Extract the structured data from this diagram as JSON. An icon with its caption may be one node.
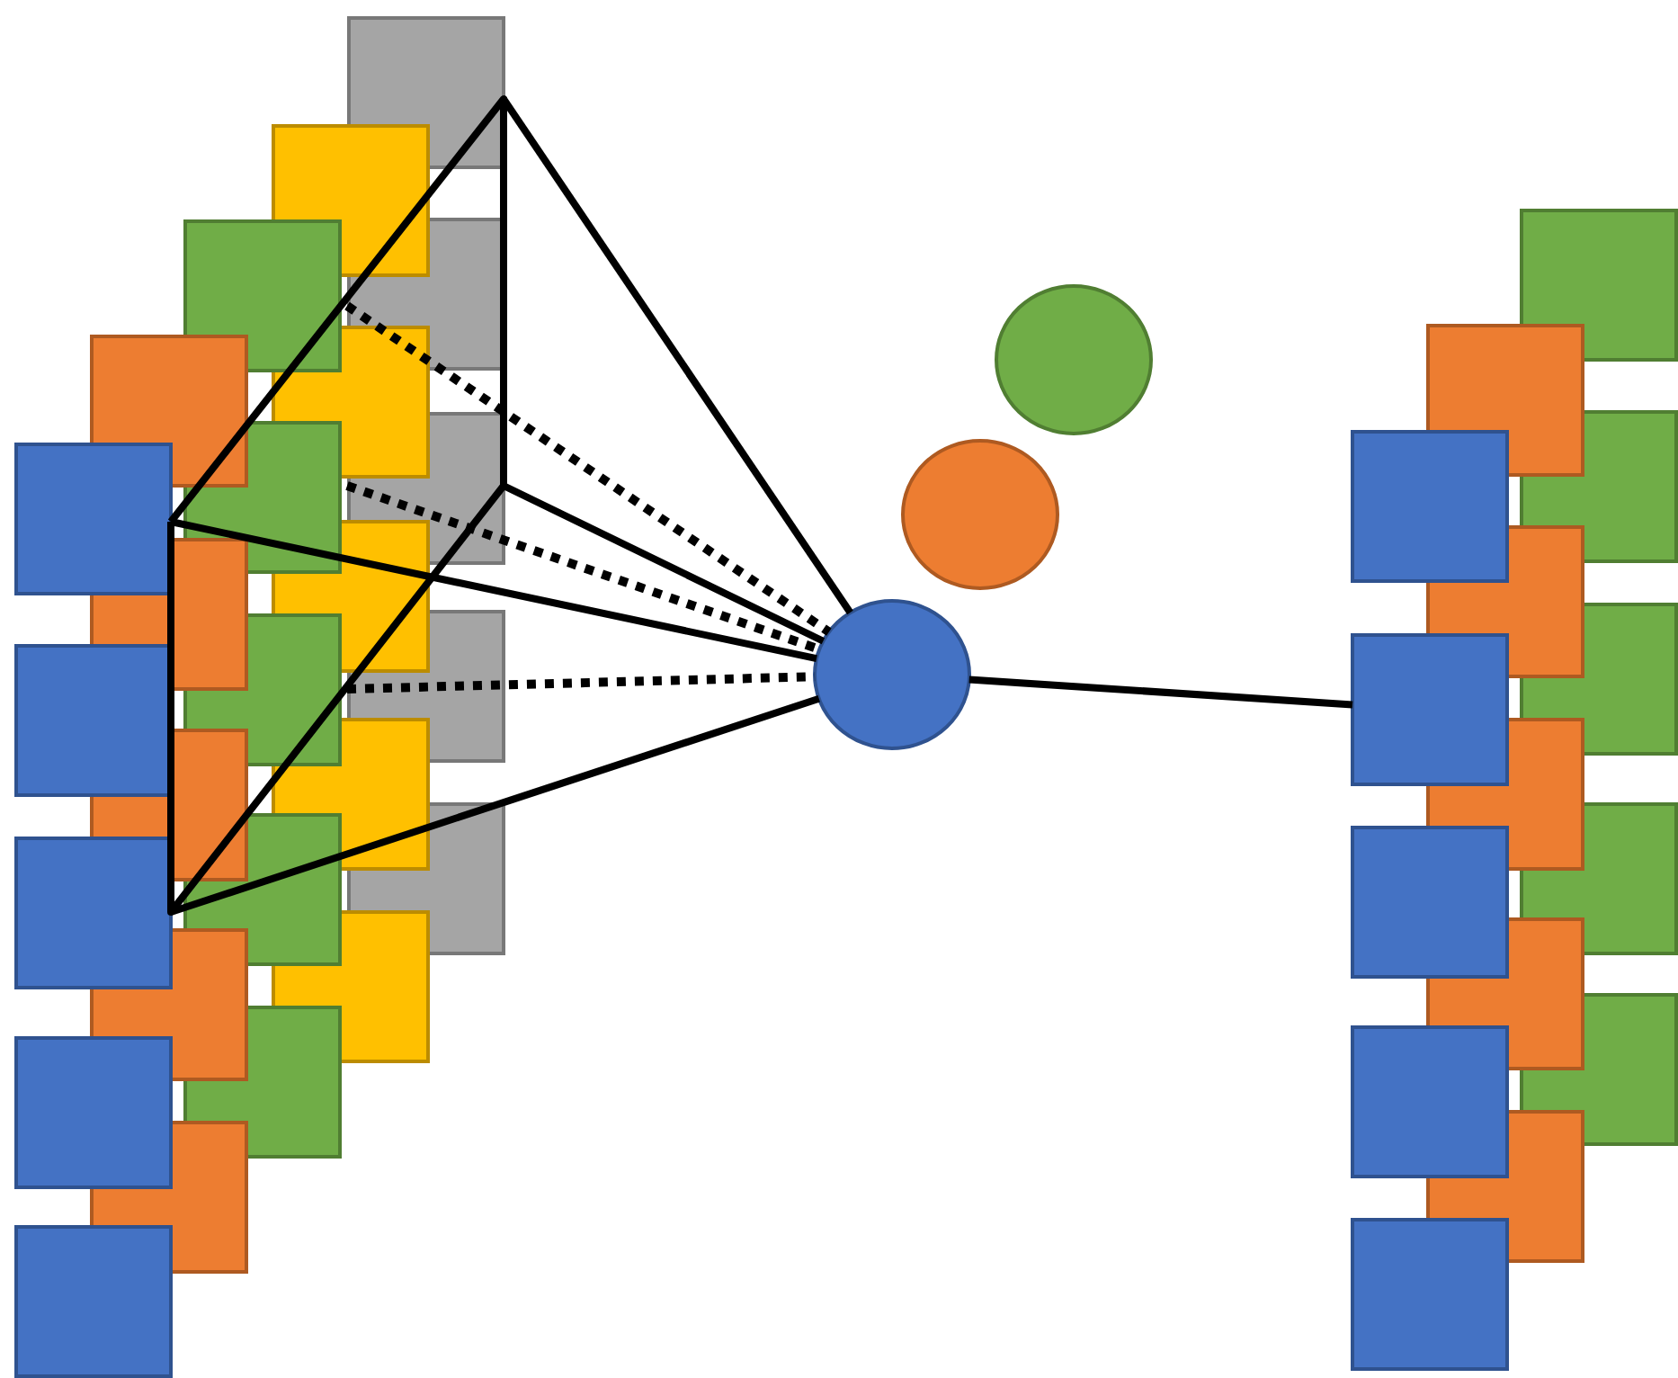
{
  "diagram": {
    "nodes": [
      {
        "text": [],
        "shape": "circle"
      },
      {
        "text": [],
        "shape": "circle"
      },
      {
        "text": [],
        "shape": "circle"
      },
      {
        "text": [],
        "shape": "box"
      }
    ],
    "edges": [
      {
        "from": null,
        "to": 2,
        "arrow": "none"
      },
      {
        "from": null,
        "to": 2,
        "arrow": "none"
      },
      {
        "from": null,
        "to": 2,
        "arrow": "none"
      },
      {
        "from": null,
        "to": 2,
        "arrow": "none"
      },
      {
        "from": null,
        "to": 2,
        "arrow": "none",
        "style": "dashed"
      },
      {
        "from": null,
        "to": 2,
        "arrow": "none",
        "style": "dashed"
      },
      {
        "from": null,
        "to": 2,
        "arrow": "none",
        "style": "dashed"
      },
      {
        "from": 2,
        "to": 3,
        "arrow": "none"
      }
    ]
  }
}
